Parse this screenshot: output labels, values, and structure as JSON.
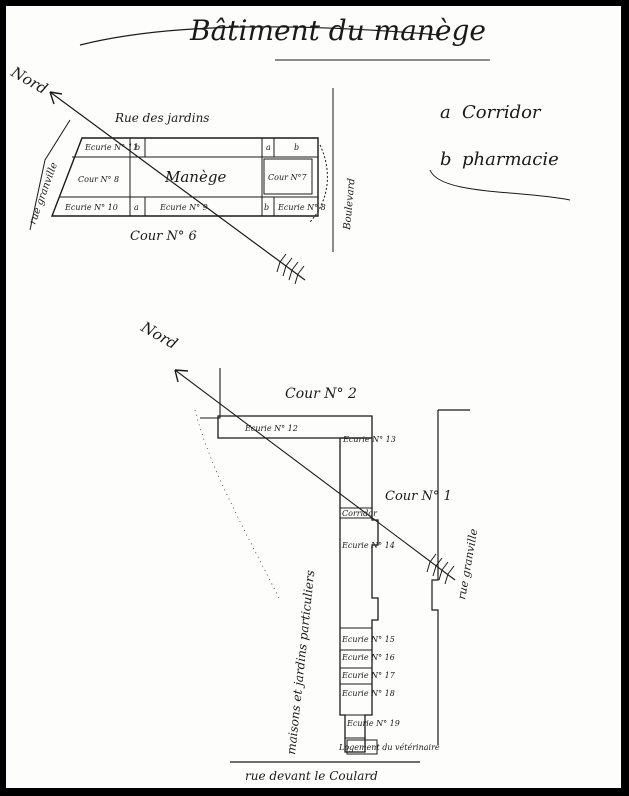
{
  "title": "Bâtiment du manège",
  "legend": [
    {
      "key": "a",
      "text": "Corridor"
    },
    {
      "key": "b",
      "text": "pharmacie"
    }
  ],
  "plan_top": {
    "north": "Nord",
    "rue_jardins": "Rue des jardins",
    "rue_granville": "rue granville",
    "boulevard": "Boulevard",
    "ecurie_11": "Ecurie N° 11",
    "cour_8": "Cour N° 8",
    "manege": "Manège",
    "cour_7": "Cour N°7",
    "ecurie_10": "Ecurie N° 10",
    "ecurie_9": "Ecurie N° 9",
    "ecurie_right": "Ecurie N° 8",
    "cour_6": "Cour N° 6",
    "mark_a": "a",
    "mark_b": "b"
  },
  "plan_bottom": {
    "north": "Nord",
    "cour_2": "Cour N° 2",
    "ecurie_12": "Ecurie N° 12",
    "ecurie_13": "Ecurie N° 13",
    "corridor": "Corridor",
    "cour_1": "Cour N° 1",
    "ecurie_14": "Ecurie N° 14",
    "ecurie_15": "Ecurie N° 15",
    "ecurie_16": "Ecurie N° 16",
    "ecurie_17": "Ecurie N° 17",
    "ecurie_18": "Ecurie N° 18",
    "ecurie_19": "Ecurie N° 19",
    "logement": "Logement du vétérinaire",
    "maisons": "maisons et jardins particuliers",
    "rue_granville": "rue granville",
    "street_bottom": "rue devant le Coulard"
  }
}
